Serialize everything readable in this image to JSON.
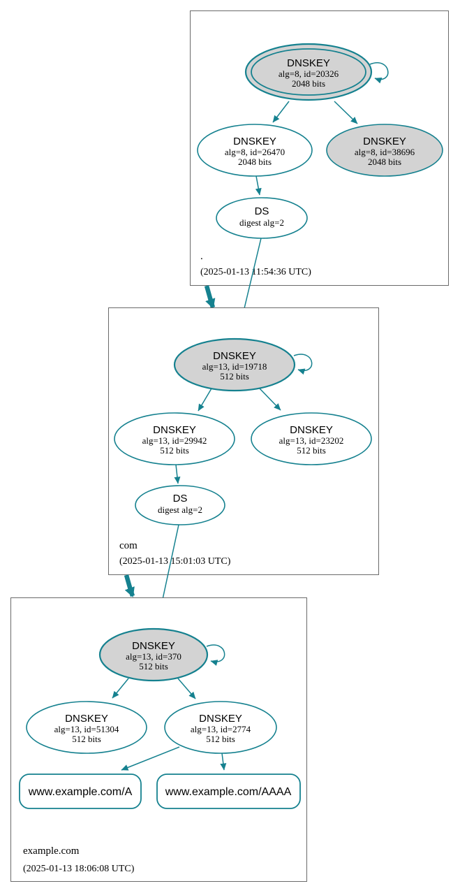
{
  "colors": {
    "teal": "#15818F",
    "ksk_fill": "#D3D3D3",
    "node_fill": "#FFFFFF",
    "box_border": "#6A6A6A",
    "text": "#000000"
  },
  "zones": [
    {
      "name": ".",
      "timestamp": "(2025-01-13 11:54:36 UTC)",
      "nodes": {
        "ksk": {
          "title": "DNSKEY",
          "alg": "alg=8, id=20326",
          "bits": "2048 bits"
        },
        "zsk": {
          "title": "DNSKEY",
          "alg": "alg=8, id=26470",
          "bits": "2048 bits"
        },
        "other": {
          "title": "DNSKEY",
          "alg": "alg=8, id=38696",
          "bits": "2048 bits"
        },
        "ds": {
          "title": "DS",
          "detail": "digest alg=2"
        }
      }
    },
    {
      "name": "com",
      "timestamp": "(2025-01-13 15:01:03 UTC)",
      "nodes": {
        "ksk": {
          "title": "DNSKEY",
          "alg": "alg=13, id=19718",
          "bits": "512 bits"
        },
        "zsk": {
          "title": "DNSKEY",
          "alg": "alg=13, id=29942",
          "bits": "512 bits"
        },
        "other": {
          "title": "DNSKEY",
          "alg": "alg=13, id=23202",
          "bits": "512 bits"
        },
        "ds": {
          "title": "DS",
          "detail": "digest alg=2"
        }
      }
    },
    {
      "name": "example.com",
      "timestamp": "(2025-01-13 18:06:08 UTC)",
      "nodes": {
        "ksk": {
          "title": "DNSKEY",
          "alg": "alg=13, id=370",
          "bits": "512 bits"
        },
        "zsk": {
          "title": "DNSKEY",
          "alg": "alg=13, id=51304",
          "bits": "512 bits"
        },
        "other": {
          "title": "DNSKEY",
          "alg": "alg=13, id=2774",
          "bits": "512 bits"
        }
      },
      "rrsets": [
        {
          "label": "www.example.com/A"
        },
        {
          "label": "www.example.com/AAAA"
        }
      ]
    }
  ]
}
